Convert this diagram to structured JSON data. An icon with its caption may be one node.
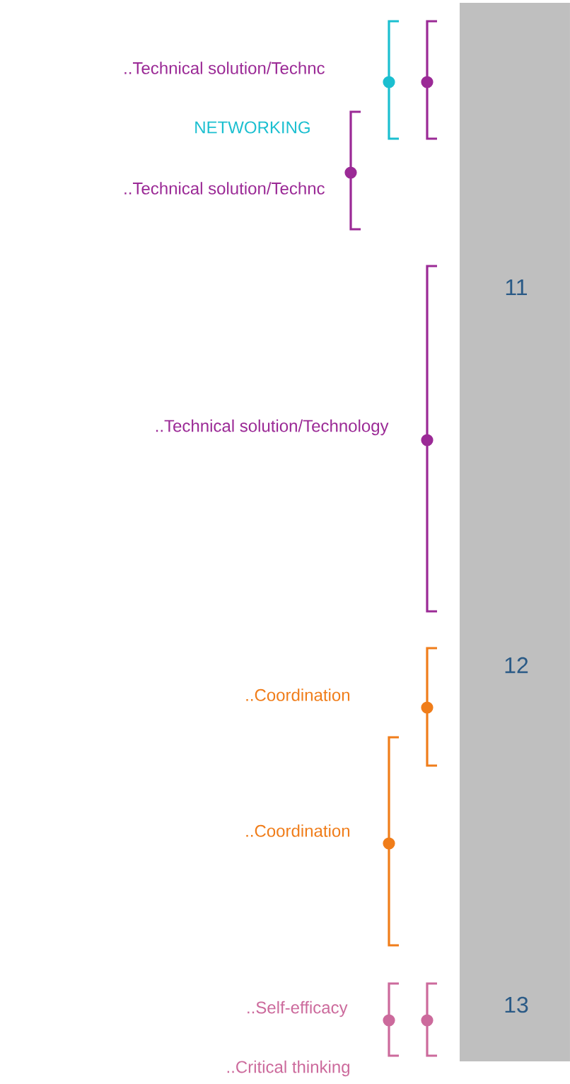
{
  "diagram": {
    "labels": [
      "..Technical solution/Technc",
      "NETWORKING",
      "..Technical solution/Technc",
      "..Technical solution/Technology",
      "..Coordination",
      "..Coordination",
      "..Self-efficacy",
      "..Critical thinking",
      "11",
      "12",
      "13"
    ]
  }
}
